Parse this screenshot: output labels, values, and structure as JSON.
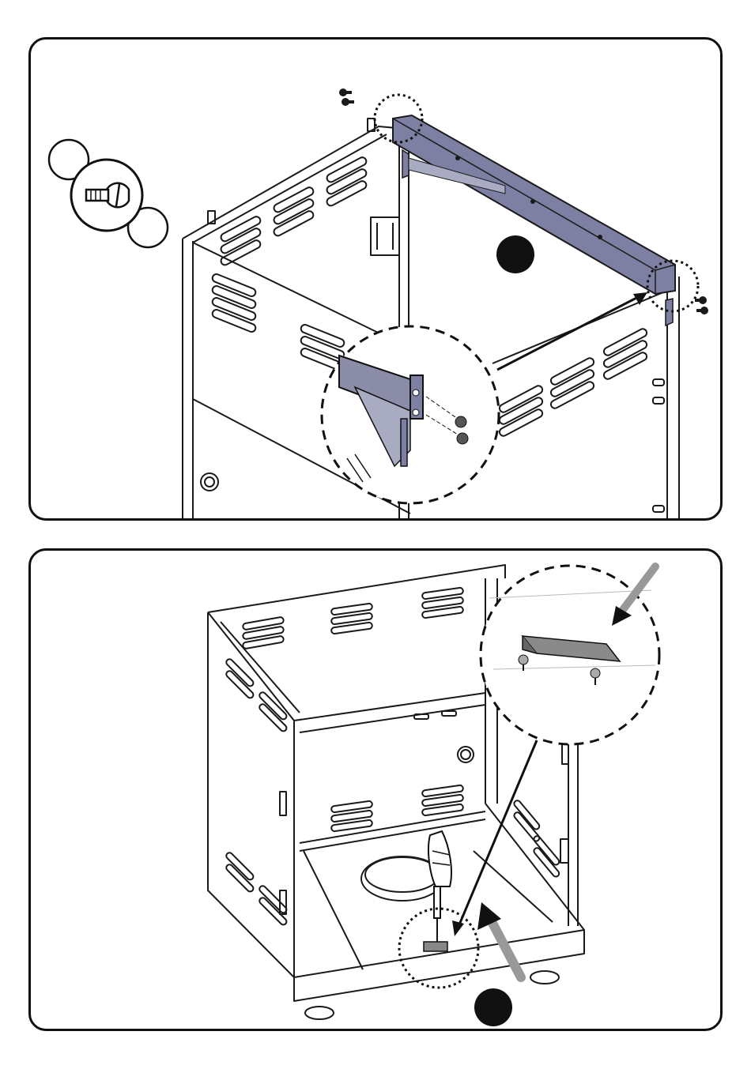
{
  "document": {
    "type": "assembly-instructions",
    "steps": [
      {
        "callouts": [
          {
            "kind": "screw-icon",
            "quantity_badges": [
              "",
              ""
            ]
          },
          {
            "kind": "step-number-dot"
          }
        ],
        "colors": {
          "crossbar": "#7d80a3",
          "outline": "#1a1a1a"
        }
      },
      {
        "callouts": [
          {
            "kind": "step-number-dot"
          }
        ],
        "colors": {
          "bracket": "#8a8a8a",
          "outline": "#1a1a1a"
        }
      }
    ]
  }
}
